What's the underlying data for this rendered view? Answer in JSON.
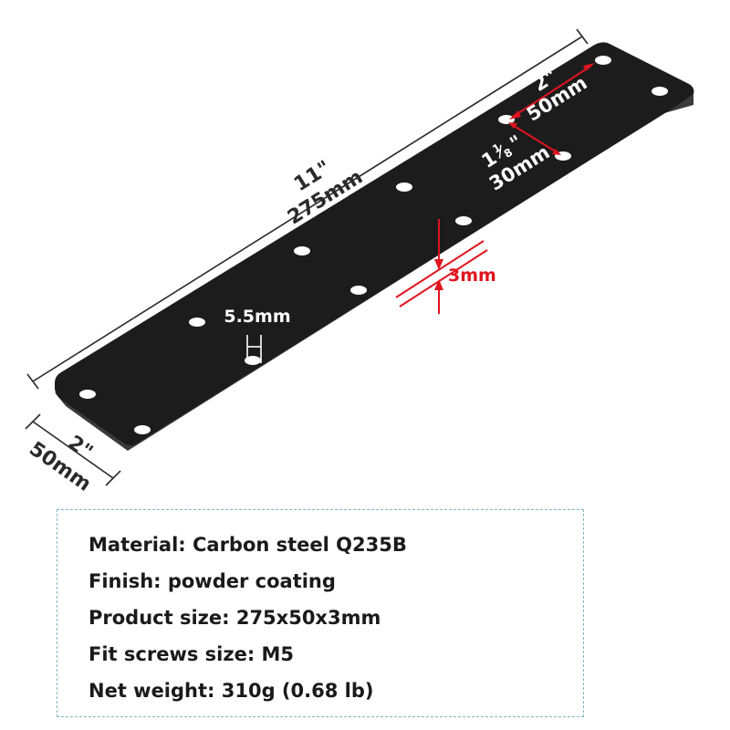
{
  "dimensions": {
    "length_in": "11\"",
    "length_mm": "275mm",
    "width_in": "2\"",
    "width_mm": "50mm",
    "hole_spacing_in": "2\"",
    "hole_spacing_mm": "50mm",
    "offset_whole": "1",
    "offset_frac_num": "1",
    "offset_frac_den": "8",
    "offset_inch_mark": "\"",
    "offset_mm": "30mm",
    "hole_diameter": "5.5mm",
    "thickness": "3mm"
  },
  "specs": [
    "Material: Carbon steel Q235B",
    "Finish: powder coating",
    "Product size: 275x50x3mm",
    "Fit screws size: M5",
    "Net weight: 310g (0.68 lb)"
  ],
  "colors": {
    "plate": "#1c1c1c",
    "plate_edge": "#3a3a3a",
    "accent_red": "#e0141e",
    "dimension_line": "#2a2a2a",
    "box_border": "#7fb8c0"
  }
}
